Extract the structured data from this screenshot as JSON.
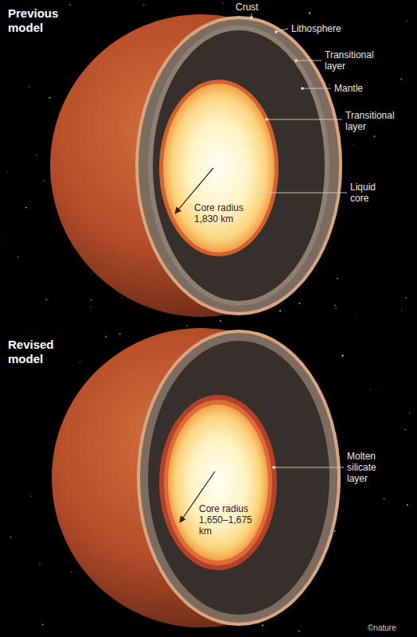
{
  "diagram": {
    "labels": [
      "Previous model",
      "Crust",
      "Lithosphere",
      "Transitional layer",
      "Mantle",
      "Transitional layer",
      "Liquid core",
      "Core radius 1,830 km",
      "Revised model",
      "Molten silicate layer",
      "Core radius 1,650–1,675 km",
      "©nature"
    ]
  }
}
